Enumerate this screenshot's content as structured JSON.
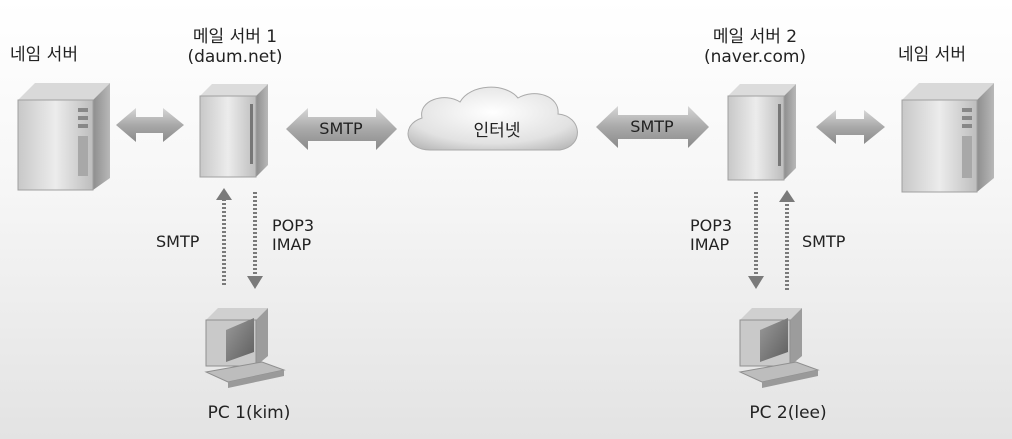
{
  "nodes": {
    "name_server_left": {
      "label": "네임 서버"
    },
    "mail_server_1": {
      "label_line1": "메일 서버 1",
      "label_line2": "(daum.net)"
    },
    "internet": {
      "label": "인터넷"
    },
    "mail_server_2": {
      "label_line1": "메일 서버 2",
      "label_line2": "(naver.com)"
    },
    "name_server_right": {
      "label": "네임 서버"
    },
    "pc1": {
      "label": "PC 1(kim)"
    },
    "pc2": {
      "label": "PC 2(lee)"
    }
  },
  "connections": {
    "server1_to_internet": "SMTP",
    "internet_to_server2": "SMTP",
    "pc1_send": "SMTP",
    "pc1_receive_line1": "POP3",
    "pc1_receive_line2": "IMAP",
    "pc2_receive_line1": "POP3",
    "pc2_receive_line2": "IMAP",
    "pc2_send": "SMTP"
  }
}
